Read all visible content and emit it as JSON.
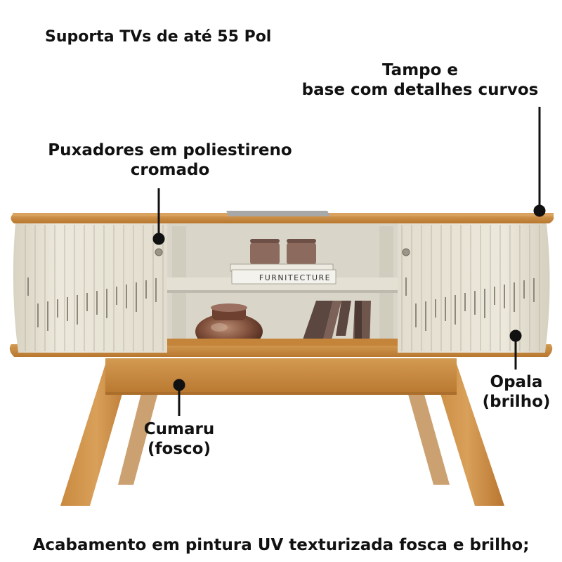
{
  "headline": "Suporta TVs de até 55 Pol",
  "callouts": {
    "tampo": {
      "line1": "Tampo e",
      "line2": "base com detalhes curvos"
    },
    "puxadores": {
      "line1": "Puxadores em poliestireno",
      "line2": "cromado"
    },
    "opala": {
      "line1": "Opala",
      "line2": "(brilho)"
    },
    "cumaru": {
      "line1": "Cumaru",
      "line2": "(fosco)"
    }
  },
  "book_title": "FURNITECTURE",
  "footer": "Acabamento em pintura UV texturizada fosca e brilho;",
  "colors": {
    "wood": "#C8893F",
    "wood_dark": "#A96C2A",
    "opala": "#E3DFD1",
    "interior": "#D8D5C8",
    "line": "#111111"
  }
}
